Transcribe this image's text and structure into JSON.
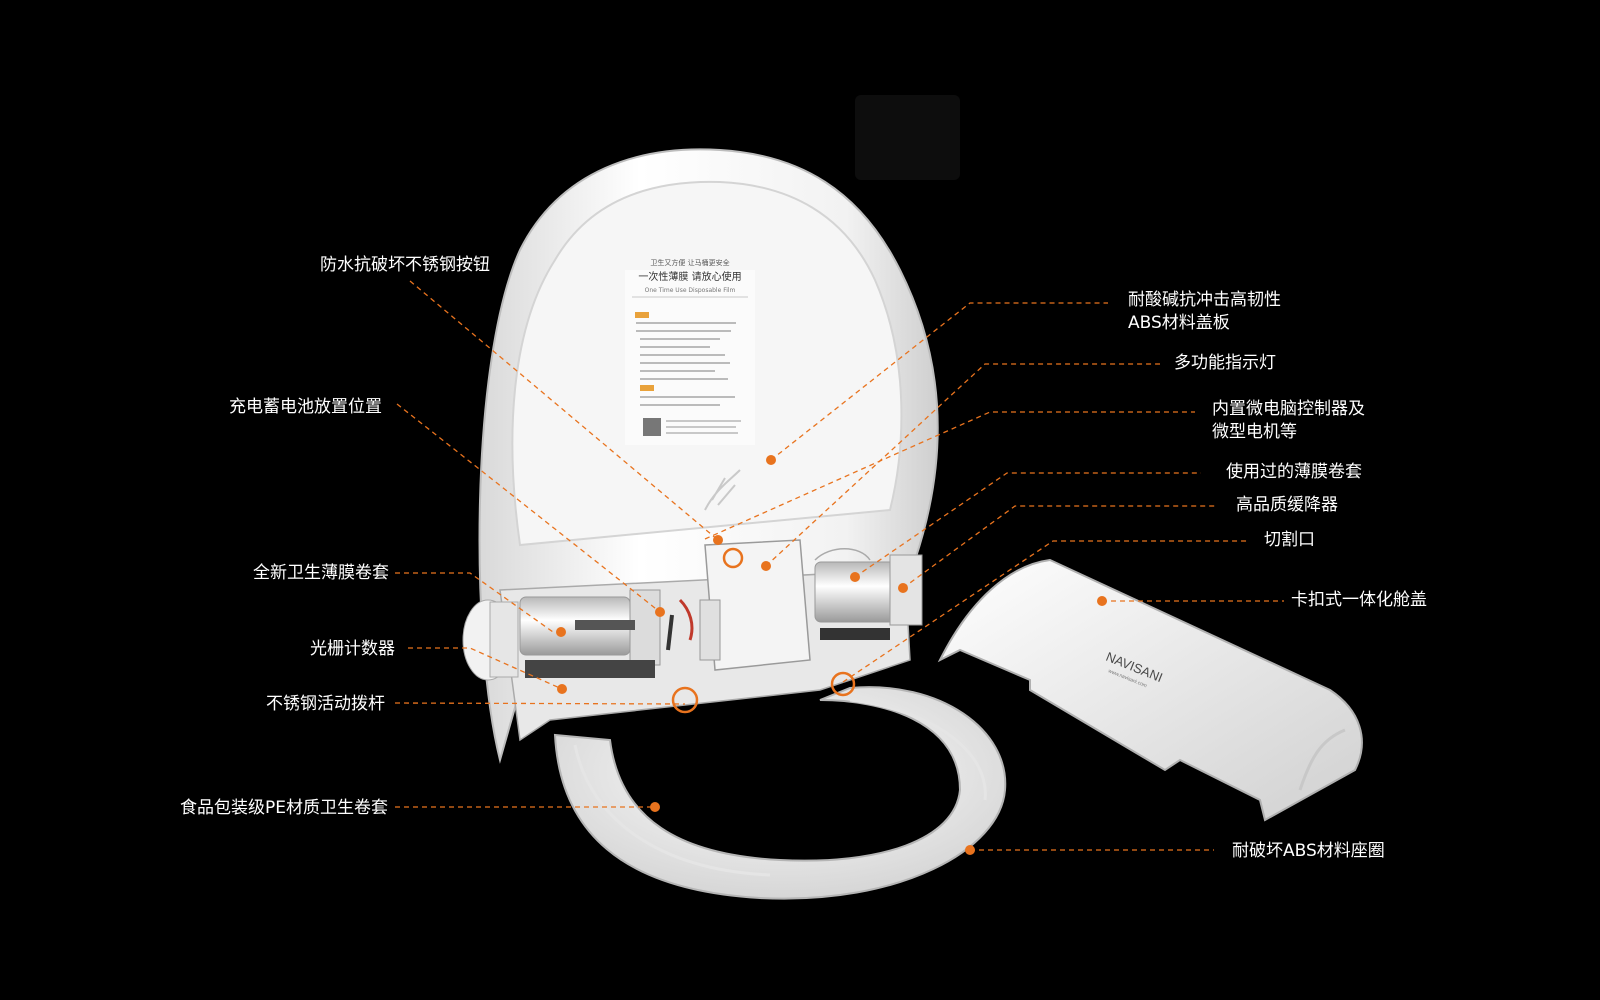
{
  "product": {
    "brand_logo": "NAVISANI",
    "brand_url": "www.navisani.com"
  },
  "lid_sticker": {
    "line1": "卫生又方便  让马桶更安全",
    "title": "一次性薄膜 请放心使用",
    "subtitle": "One Time Use Disposable Film"
  },
  "colors": {
    "background": "#000000",
    "accent": "#e8731e",
    "label_text": "#ffffff"
  },
  "callouts": {
    "left": [
      {
        "id": "button",
        "text": "防水抗破坏不锈钢按钮"
      },
      {
        "id": "battery",
        "text": "充电蓄电池放置位置"
      },
      {
        "id": "new_film",
        "text": "全新卫生薄膜卷套"
      },
      {
        "id": "counter",
        "text": "光栅计数器"
      },
      {
        "id": "lever",
        "text": "不锈钢活动拨杆"
      },
      {
        "id": "pe_film",
        "text": "食品包装级PE材质卫生卷套"
      }
    ],
    "right": [
      {
        "id": "lid",
        "line1": "耐酸碱抗冲击高韧性",
        "line2": "ABS材料盖板"
      },
      {
        "id": "indicator",
        "text": "多功能指示灯"
      },
      {
        "id": "controller",
        "line1": "内置微电脑控制器及",
        "line2": "微型电机等"
      },
      {
        "id": "used_film",
        "text": "使用过的薄膜卷套"
      },
      {
        "id": "damper",
        "text": "高品质缓降器"
      },
      {
        "id": "cutter",
        "text": "切割口"
      },
      {
        "id": "cover",
        "text": "卡扣式一体化舱盖"
      },
      {
        "id": "seat",
        "text": "耐破坏ABS材料座圈"
      }
    ]
  }
}
